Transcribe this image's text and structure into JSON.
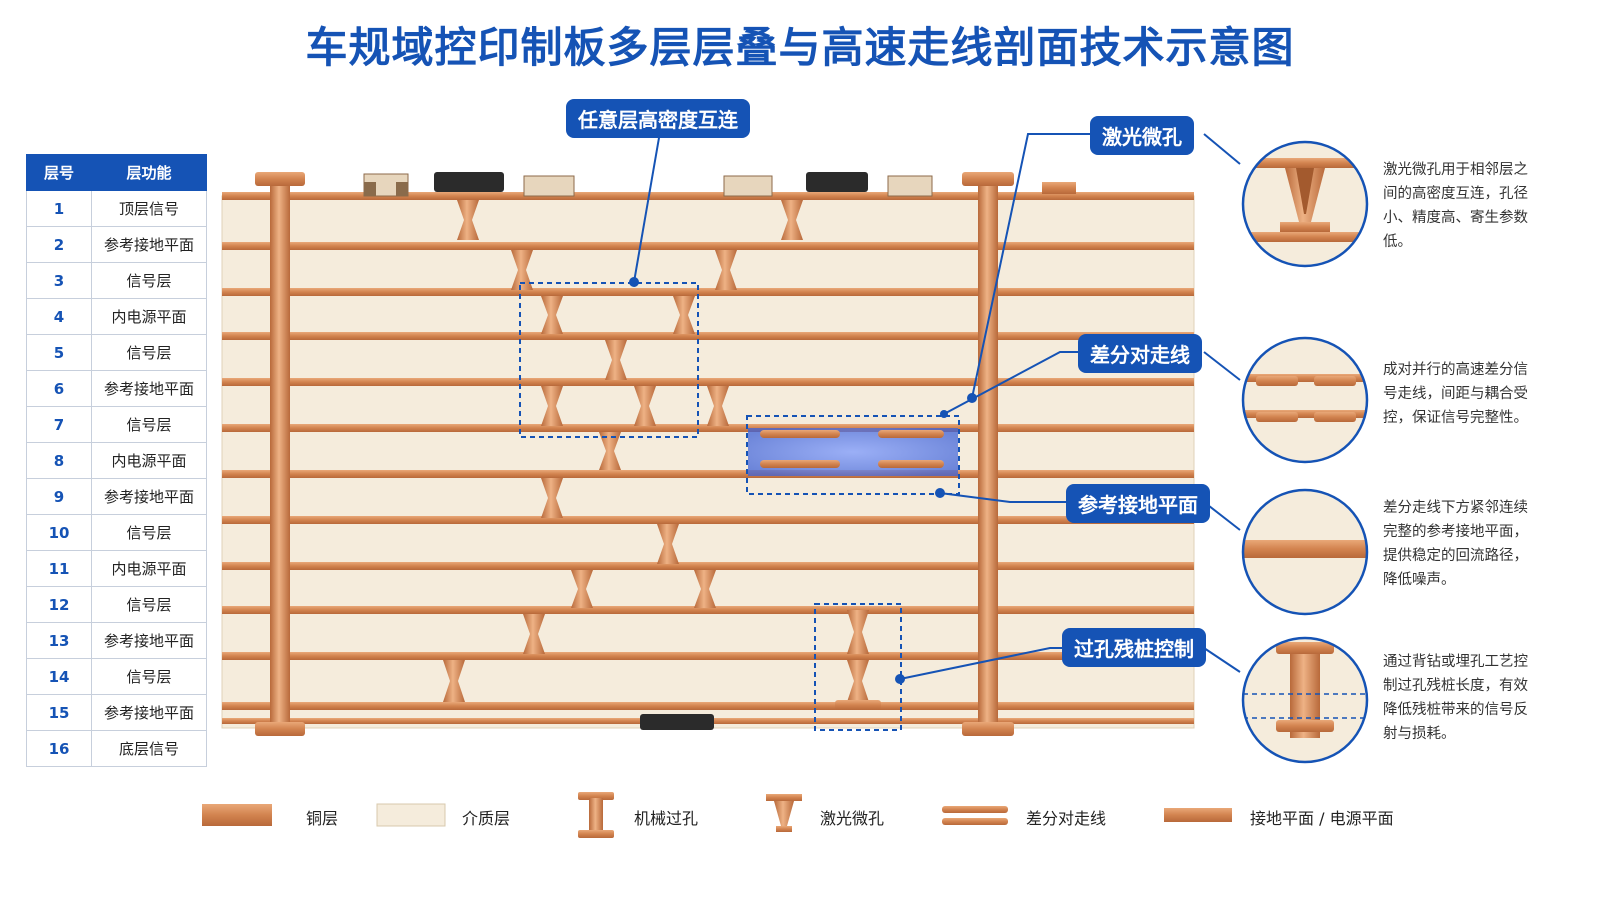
{
  "title": "车规域控印制板多层层叠与高速走线剖面技术示意图",
  "table": {
    "headers": [
      "层号",
      "层功能"
    ],
    "rows": [
      {
        "num": "1",
        "fn": "顶层信号"
      },
      {
        "num": "2",
        "fn": "参考接地平面"
      },
      {
        "num": "3",
        "fn": "信号层"
      },
      {
        "num": "4",
        "fn": "内电源平面"
      },
      {
        "num": "5",
        "fn": "信号层"
      },
      {
        "num": "6",
        "fn": "参考接地平面"
      },
      {
        "num": "7",
        "fn": "信号层"
      },
      {
        "num": "8",
        "fn": "内电源平面"
      },
      {
        "num": "9",
        "fn": "参考接地平面"
      },
      {
        "num": "10",
        "fn": "信号层"
      },
      {
        "num": "11",
        "fn": "内电源平面"
      },
      {
        "num": "12",
        "fn": "信号层"
      },
      {
        "num": "13",
        "fn": "参考接地平面"
      },
      {
        "num": "14",
        "fn": "信号层"
      },
      {
        "num": "15",
        "fn": "参考接地平面"
      },
      {
        "num": "16",
        "fn": "底层信号"
      }
    ]
  },
  "callouts": {
    "hdi": "任意层高密度互连",
    "laser": "激光微孔",
    "diff": "差分对走线",
    "ground": "参考接地平面",
    "stub": "过孔残桩控制"
  },
  "details": {
    "laser": "激光微孔用于相邻层之间的高密度互连，孔径小、精度高、寄生参数低。",
    "diff": "成对并行的高速差分信号走线，间距与耦合受控，保证信号完整性。",
    "ground": "差分走线下方紧邻连续完整的参考接地平面，提供稳定的回流路径，降低噪声。",
    "stub": "通过背钻或埋孔工艺控制过孔残桩长度，有效降低残桩带来的信号反射与损耗。"
  },
  "legend": {
    "copper": "铜层",
    "dielectric": "介质层",
    "mech_via": "机械过孔",
    "laser_via": "激光微孔",
    "diff_pair": "差分对走线",
    "plane": "接地平面 / 电源平面"
  },
  "colors": {
    "accent": "#1553b5",
    "copper": "#d98a5a",
    "copper_dark": "#b5683c",
    "dielectric": "#f5ecdc",
    "highlight": "#5a7fe8"
  }
}
